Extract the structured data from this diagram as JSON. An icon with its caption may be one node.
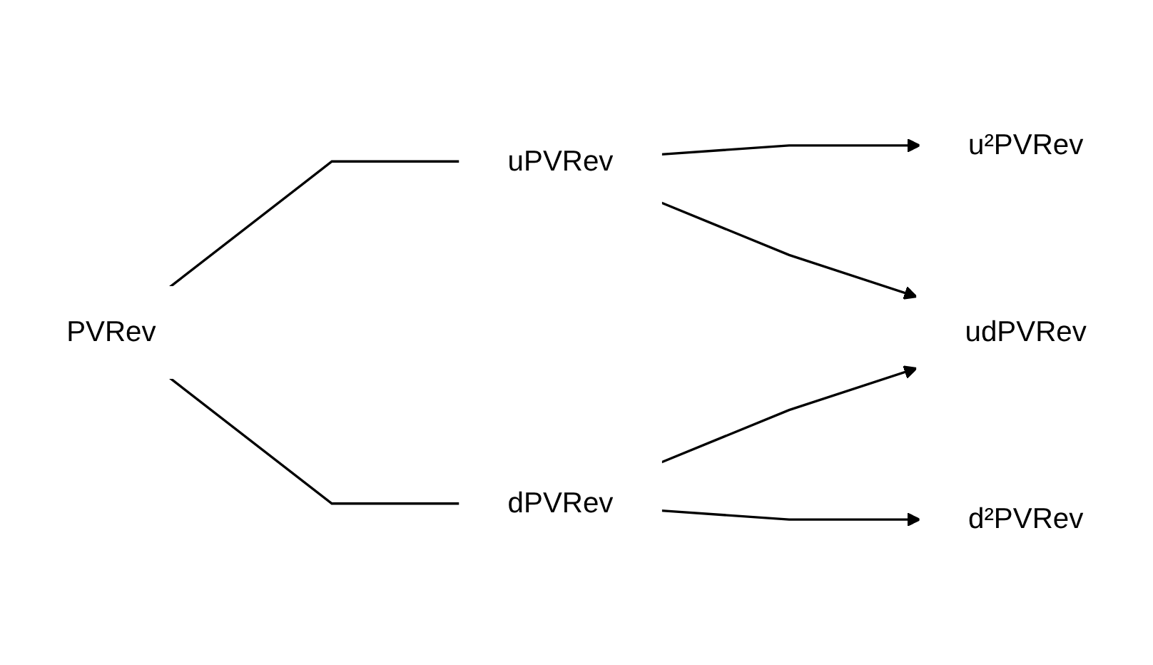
{
  "diagram": {
    "nodes": [
      {
        "text": [
          "PVRev"
        ]
      },
      {
        "text": [
          "uPVRev"
        ]
      },
      {
        "text": [
          "dPVRev"
        ]
      },
      {
        "text": [
          "u²PVRev"
        ]
      },
      {
        "text": [
          "udPVRev"
        ]
      },
      {
        "text": [
          "d²PVRev"
        ]
      }
    ],
    "edges": [
      {
        "from": 0,
        "to": 1,
        "arrow": "none"
      },
      {
        "from": 0,
        "to": 2,
        "arrow": "none"
      },
      {
        "from": 1,
        "to": 3,
        "arrow": "to"
      },
      {
        "from": 1,
        "to": 4,
        "arrow": "to"
      },
      {
        "from": 2,
        "to": 4,
        "arrow": "to"
      },
      {
        "from": 2,
        "to": 5,
        "arrow": "to"
      }
    ]
  }
}
